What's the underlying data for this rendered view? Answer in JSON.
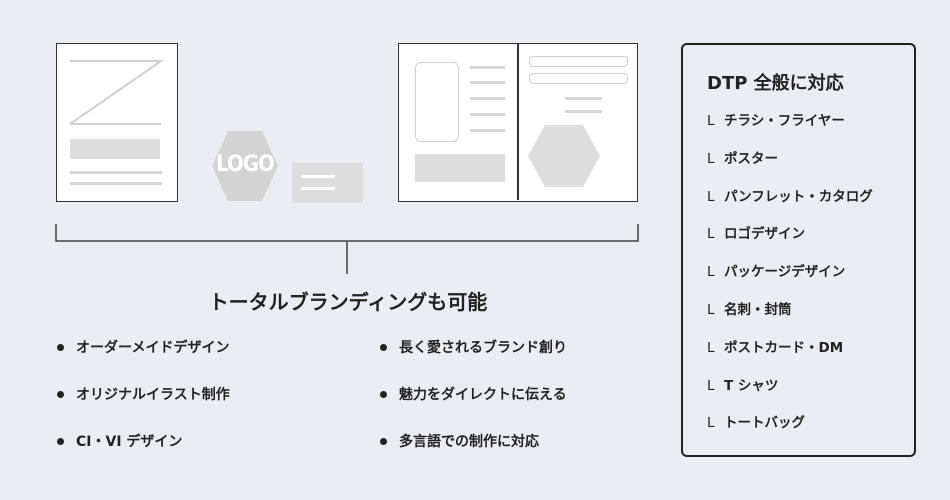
{
  "illustration": {
    "logo_text": "LOGO"
  },
  "caption": "トータルブランディングも可能",
  "features_left": [
    "オーダーメイドデザイン",
    "オリジナルイラスト制作",
    "CI・VI デザイン"
  ],
  "features_right": [
    "長く愛されるブランド創り",
    "魅力をダイレクトに伝える",
    "多言語での制作に対応"
  ],
  "panel": {
    "title": "DTP 全般に対応",
    "bullet": "L",
    "items": [
      "チラシ・フライヤー",
      "ポスター",
      "パンフレット・カタログ",
      "ロゴデザイン",
      "パッケージデザイン",
      "名刺・封筒",
      "ポストカード・DM",
      "T シャツ",
      "トートバッグ"
    ]
  }
}
